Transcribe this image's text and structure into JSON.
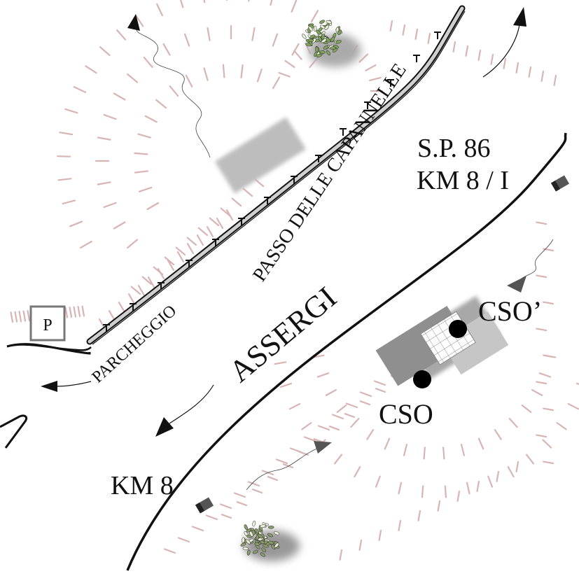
{
  "labels": {
    "road_name": "S.P. 86",
    "km_marker_top": "KM 8 / I",
    "km_marker_bottom": "KM 8",
    "pass_name": "PASSO DELLE CAPANNELLE",
    "parking_label": "PARCHEGGIO",
    "parking_symbol": "P",
    "destination": "ASSERGI",
    "site_a": "CSO",
    "site_b": "CSO’"
  },
  "colors": {
    "road_line": "#111111",
    "slope_hatch": "#d8b4b4",
    "building_grey": "#8f8f8f",
    "building_light": "#c2c2c2",
    "vegetation": "#7fa35a",
    "shadow": "#9a9a9a"
  },
  "icons": {
    "parking": "parking-sign-icon",
    "tree": "tree-icon",
    "arrow": "direction-arrow-icon",
    "km_marker": "km-post-icon",
    "site_point": "site-dot-icon"
  }
}
